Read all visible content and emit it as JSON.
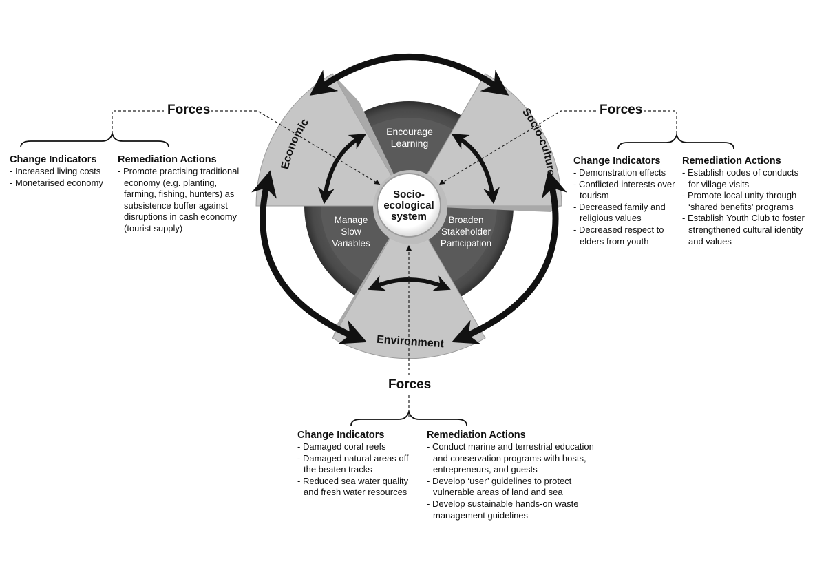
{
  "center": {
    "lines": [
      "Socio-",
      "ecological",
      "system"
    ]
  },
  "inner_segments": {
    "learning": [
      "Encourage",
      "Learning"
    ],
    "slow_variables": [
      "Manage",
      "Slow",
      "Variables"
    ],
    "participation": [
      "Broaden",
      "Stakeholder",
      "Participation"
    ]
  },
  "outer_labels": {
    "economic": "Economic",
    "socio_culture": "Socio-culture",
    "environment": "Environment"
  },
  "economic": {
    "forces": "Forces",
    "change_title": "Change Indicators",
    "change_items": [
      "Increased living costs",
      "Monetarised economy"
    ],
    "remediation_title": "Remediation Actions",
    "remediation_items": [
      "Promote practising traditional economy (e.g. planting, farming, fishing, hunters) as subsistence buffer against disruptions in cash economy (tourist supply)"
    ]
  },
  "socio_culture": {
    "forces": "Forces",
    "change_title": "Change Indicators",
    "change_items": [
      "Demonstration effects",
      "Conflicted interests over tourism",
      "Decreased family and religious values",
      "Decreased respect to elders from youth"
    ],
    "remediation_title": "Remediation Actions",
    "remediation_items": [
      "Establish codes of conducts for village visits",
      "Promote local unity through ‘shared benefits’ programs",
      "Establish Youth Club to foster strengthened cultural identity and values"
    ]
  },
  "environment": {
    "forces": "Forces",
    "change_title": "Change Indicators",
    "change_items": [
      "Damaged coral reefs",
      "Damaged natural areas off the beaten tracks",
      "Reduced sea water quality and fresh water resources"
    ],
    "remediation_title": "Remediation Actions",
    "remediation_items": [
      "Conduct marine and terrestrial education and conservation programs with hosts, entrepreneurs, and guests",
      "Develop ‘user’ guidelines to protect vulnerable areas of land and sea",
      "Develop sustainable hands-on waste management guidelines"
    ]
  },
  "colors": {
    "outer_sector": "#c6c6c6",
    "inner_ring": "#5f5f5f",
    "arrows": "#111111"
  }
}
